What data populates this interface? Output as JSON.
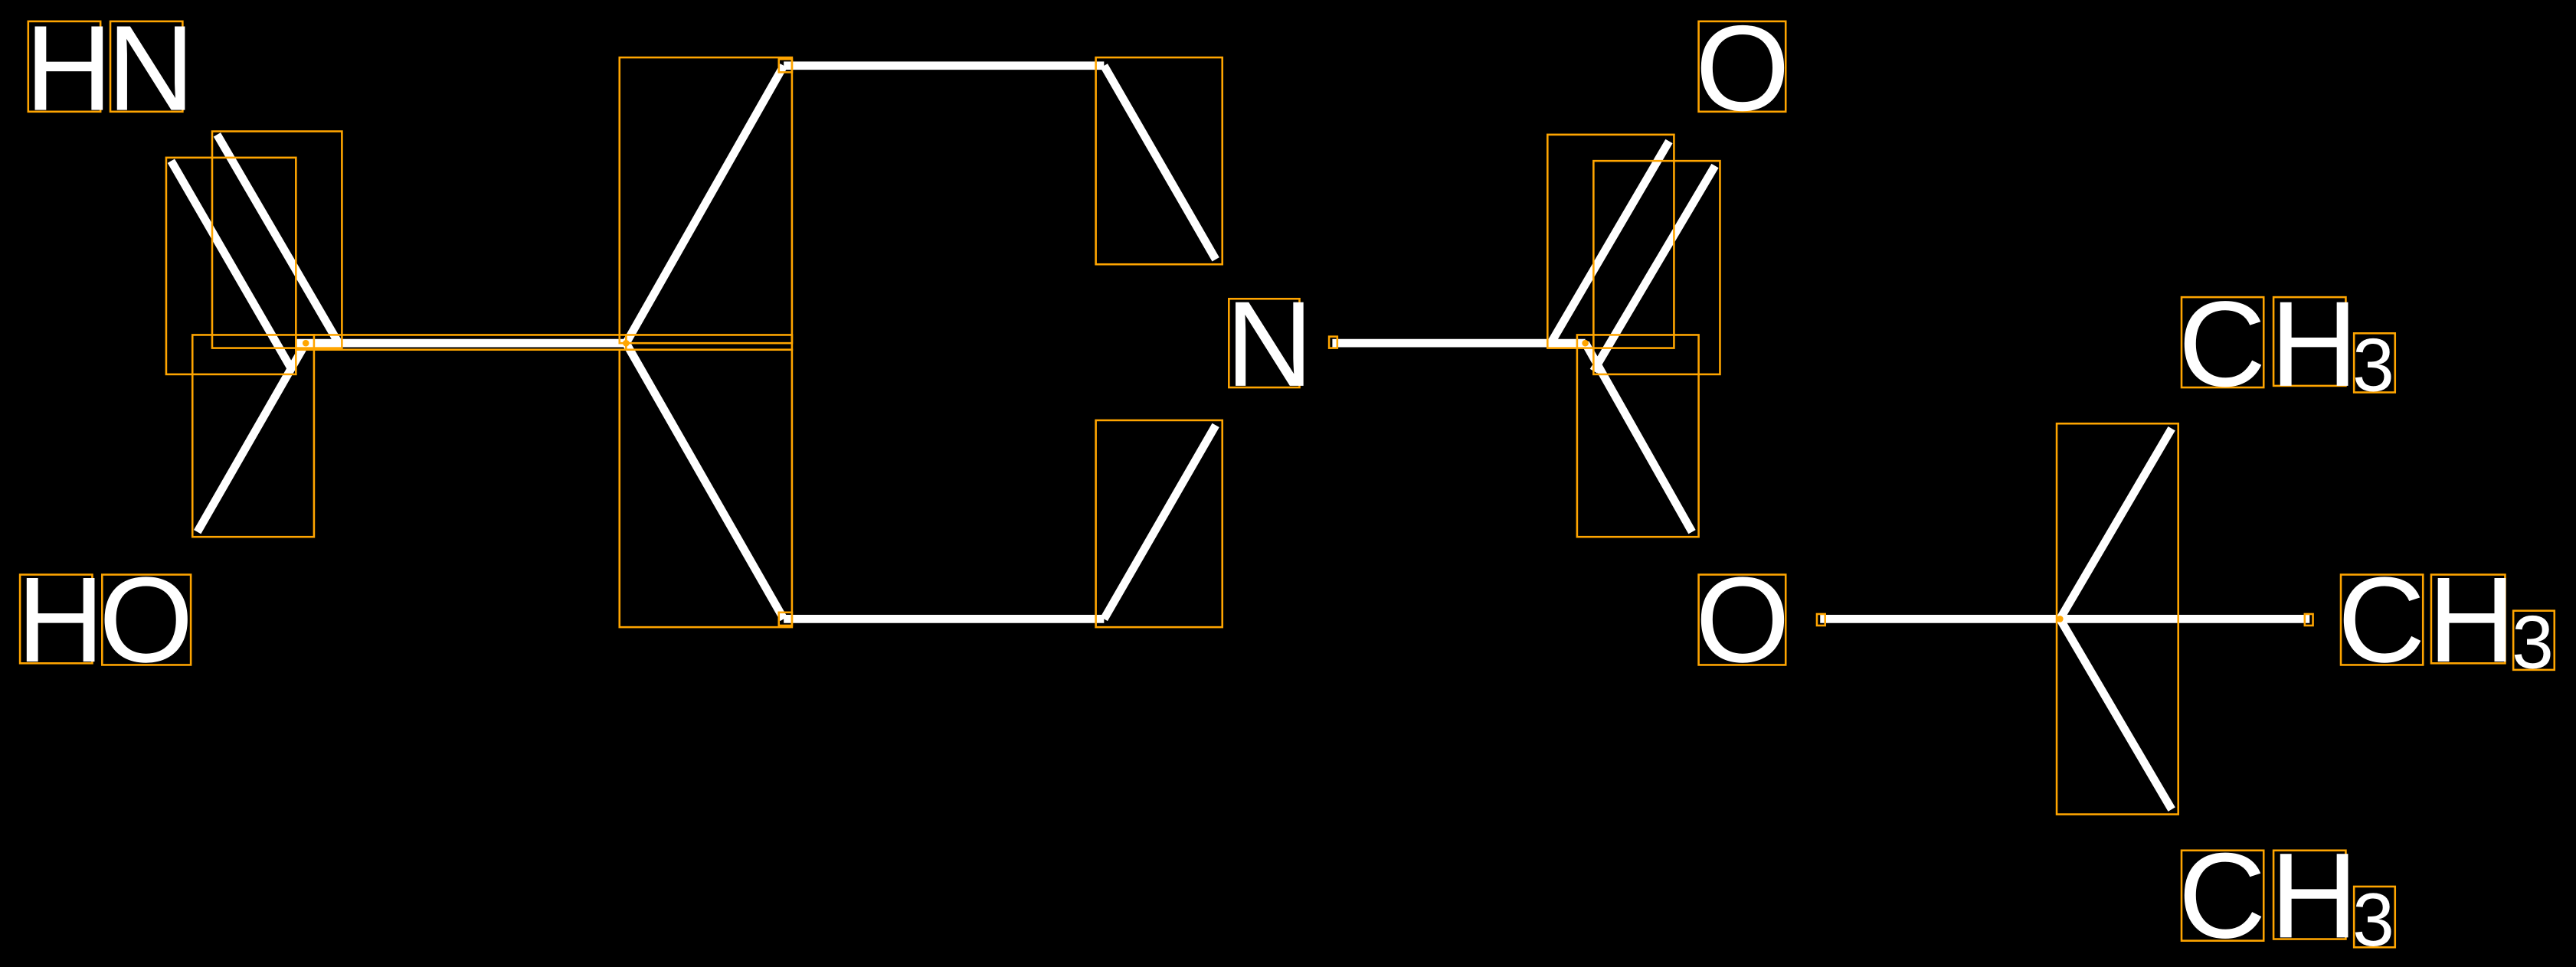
{
  "colors": {
    "background": "#000000",
    "bond": "#ffffff",
    "annotation_box": "#FFA500"
  },
  "atoms": {
    "hn": {
      "h": "H",
      "n": "N"
    },
    "ho": {
      "h": "H",
      "o": "O"
    },
    "ring_n": "N",
    "carbonyl_o": "O",
    "ester_o": "O",
    "ch3_top": {
      "c": "C",
      "h": "H",
      "sub": "3"
    },
    "ch3_right": {
      "c": "C",
      "h": "H",
      "sub": "3"
    },
    "ch3_bottom": {
      "c": "C",
      "h": "H",
      "sub": "3"
    }
  }
}
